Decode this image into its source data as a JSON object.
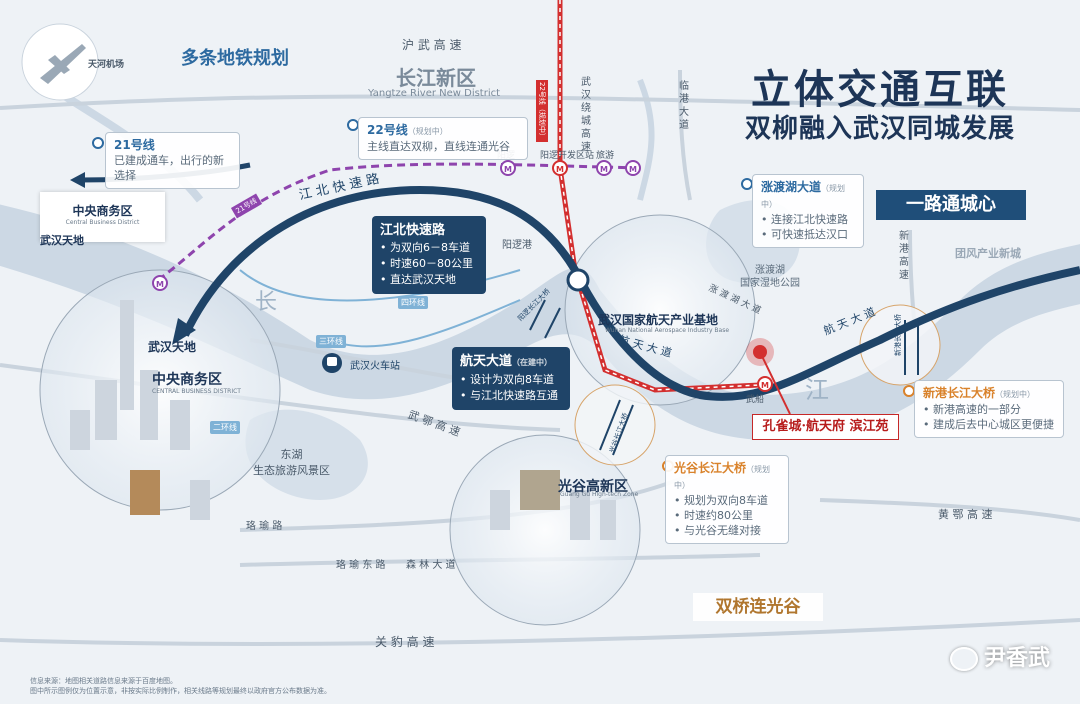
{
  "header": {
    "title_line1": "立体交通互联",
    "title_line2": "双柳融入武汉同城发展",
    "metro_pill": "多条地铁规划",
    "road_pill": "一路通城心",
    "bridge_pill": "双桥连光谷"
  },
  "airport": {
    "label": "天河机场"
  },
  "roads": {
    "huwu": "沪 武 高 速",
    "jiangbei": "江 北 快 速 路",
    "wuhan_ring": "武\n汉\n绕\n城\n高\n速",
    "lingang": "临\n港\n大\n道",
    "xingang": "新\n港\n高\n速",
    "hangtian": "航 天 大 道",
    "hangtian2": "航 天 大 道",
    "zhangduhu": "涨 渡 湖 大 道",
    "wue": "武 鄂 高 速",
    "luoyu": "珞 瑜 路",
    "luoyu_east": "珞 瑜 东 路",
    "senlin": "森 林 大 道",
    "guanbao": "关 豹 高 速",
    "huange": "黄 鄂 高 速",
    "siring": "四环线",
    "sanring": "三环线",
    "erring": "二环线",
    "yangluogang": "阳逻港",
    "line22_rail": "22号线（规划中）",
    "line21_rail": "21号线",
    "xingang_bridge_rail": "新港长江大桥",
    "yangluo_bridge_rail": "阳逻长江大桥",
    "guanggu_bridge_rail": "光谷长江大桥",
    "jiang": "江",
    "chang": "长"
  },
  "areas": {
    "changjiang_cn": "长江新区",
    "changjiang_en": "Yangtze River New District",
    "cbd_box_cn": "中央商务区",
    "cbd_box_en": "Central Business District",
    "wuhan_tiandi_top": "武汉天地",
    "wuhan_tiandi": "武汉天地",
    "cbd_cn": "中央商务区",
    "cbd_en": "CENTRAL BUSINESS DISTRICT",
    "aerospace_cn": "武汉国家航天产业基地",
    "aerospace_en": "Wuhan National Aerospace Industry Base",
    "guanggu_cn": "光谷高新区",
    "guanggu_en": "Guang Gu High-tech Zone",
    "zhangduhu_park": "涨渡湖\n国家湿地公园",
    "tuanfeng": "团风产业新城",
    "donghu": "东湖\n生态旅游风景区",
    "train_station": "武汉火车站"
  },
  "stations": {
    "yangluo": "阳逻",
    "kaifaqu": "阳逻开发区站",
    "xuntian": "旅游",
    "wuchuan": "武船"
  },
  "info_boxes": {
    "line21": {
      "title": "21号线",
      "lines": [
        "已建成通车，出行的新选择"
      ]
    },
    "line22": {
      "title": "22号线",
      "tag": "（规划中）",
      "lines": [
        "主线直达双柳，直线连通光谷"
      ]
    },
    "jiangbei": {
      "title": "江北快速路",
      "lines": [
        "为双向6－8车道",
        "时速60－80公里",
        "直达武汉天地"
      ]
    },
    "hangtian": {
      "title": "航天大道",
      "tag": "（在建中）",
      "lines": [
        "设计为双向8车道",
        "与江北快速路互通"
      ]
    },
    "zhangduhu": {
      "title": "涨渡湖大道",
      "tag": "（规划中）",
      "lines": [
        "连接江北快速路",
        "可快速抵达汉口"
      ]
    },
    "xingang_bridge": {
      "title": "新港长江大桥",
      "tag": "（规划中）",
      "lines": [
        "新港高速的一部分",
        "建成后去中心城区更便捷"
      ]
    },
    "guanggu_bridge": {
      "title": "光谷长江大桥",
      "tag": "（规划中）",
      "lines": [
        "规划为双向8车道",
        "时速约80公里",
        "与光谷无缝对接"
      ]
    }
  },
  "project_logo": "孔雀城·航天府 滨江苑",
  "watermark": "尹香武",
  "source_note": [
    "信息来源：地图相关道路信息来源于百度地图。",
    "图中所示图例仅为位置示意，非按实际比例制作，相关线路等规划最终以政府官方公布数据为准。"
  ],
  "colors": {
    "road_navy": "#1f4468",
    "metro_red": "#d32f2f",
    "metro_purple": "#8e44ad",
    "accent_blue": "#2d6aa0",
    "accent_orange": "#d9822b"
  }
}
